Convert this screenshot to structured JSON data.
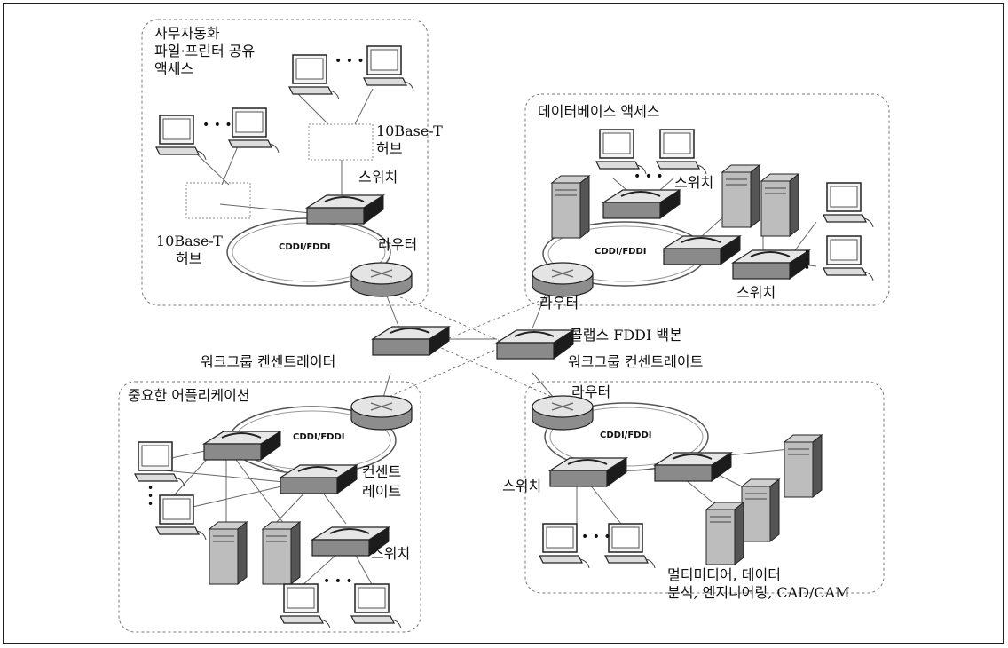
{
  "regions": {
    "office": {
      "title_lines": [
        "사무자동화",
        "파일·프린터 공유",
        "액세스"
      ],
      "hub_top_label": [
        "10Base-T",
        "허브"
      ],
      "hub_left_label": [
        "10Base-T",
        "허브"
      ],
      "switch_label": "스위치",
      "router_label": "라우터",
      "ring_label": "CDDI/FDDI"
    },
    "database": {
      "title": "데이터베이스 액세스",
      "switch_top_label": "스위치",
      "switch_right_label": "스위치",
      "router_label": "라우터",
      "ring_label": "CDDI/FDDI"
    },
    "critical": {
      "title": "중요한 어플리케이션",
      "concentrator_label": [
        "컨센트",
        "레이트"
      ],
      "switch_label": "스위치",
      "ring_label": "CDDI/FDDI"
    },
    "multimedia": {
      "title_lines": [
        "멀티미디어, 데이터",
        "분석, 엔지니어링, CAD/CAM"
      ],
      "router_label": "라우터",
      "switch_label": "스위치",
      "ring_label": "CDDI/FDDI"
    }
  },
  "center": {
    "left_label": "워크그룹 켄센트레이터",
    "right_label_1": "콜랩스 FDDI 백본",
    "right_label_2": "워크그룹 컨센트레이트"
  },
  "ellipsis": "• • •"
}
